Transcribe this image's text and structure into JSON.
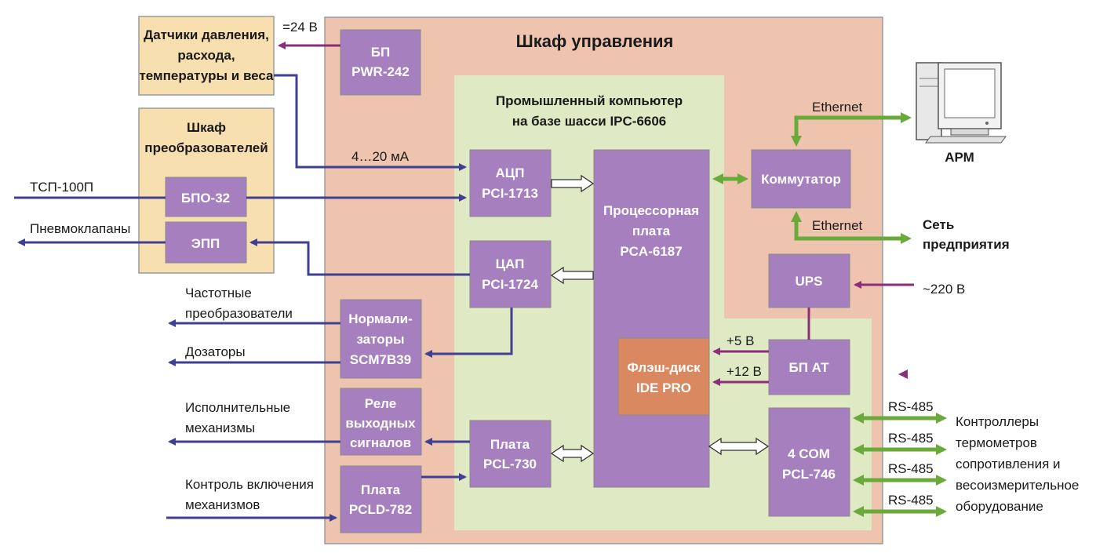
{
  "colors": {
    "cabinet_fill": "#eec4ae",
    "computer_fill": "#dfe9c4",
    "block_fill": "#a57fbe",
    "flash_fill": "#d98860",
    "sensor_fill": "#f7dfb0",
    "signal_line": "#3f3f93",
    "power_line": "#8a2e7c",
    "network_line": "#6aaa3a"
  },
  "cabinet": {
    "title": "Шкаф управления"
  },
  "computer": {
    "title": [
      "Промышленный компьютер",
      "на базе шасси IPC-6606"
    ]
  },
  "sensors_box": {
    "lines": [
      "Датчики давления,",
      "расхода,",
      "температуры и веса"
    ]
  },
  "converter_cabinet": {
    "title": [
      "Шкаф",
      "преобразователей"
    ]
  },
  "blocks": {
    "psu_pwr242": [
      "БП",
      "PWR-242"
    ],
    "bpo32": [
      "БПО-32"
    ],
    "epp": [
      "ЭПП"
    ],
    "adc": [
      "АЦП",
      "PCI-1713"
    ],
    "dac": [
      "ЦАП",
      "PCI-1724"
    ],
    "normalizers": [
      "Нормали-",
      "заторы",
      "SCM7B39"
    ],
    "relay": [
      "Реле",
      "выходных",
      "сигналов"
    ],
    "pcld782": [
      "Плата",
      "PCLD-782"
    ],
    "pcl730": [
      "Плата",
      "PCL-730"
    ],
    "cpu": [
      "Процессорная",
      "плата",
      "PCA-6187"
    ],
    "flash": [
      "Флэш-диск",
      "IDE PRO"
    ],
    "switch": [
      "Коммутатор"
    ],
    "ups": [
      "UPS"
    ],
    "psu_at": [
      "БП АТ"
    ],
    "com4": [
      "4 COM",
      "PCL-746"
    ]
  },
  "labels": {
    "v24": "=24 В",
    "ma": "4…20 мА",
    "tsp": "ТСП-100П",
    "pneumo": "Пневмоклапаны",
    "freq": [
      "Частотные",
      "преобразователи"
    ],
    "dosers": "Дозаторы",
    "actuators": [
      "Исполнительные",
      "механизмы"
    ],
    "control": [
      "Контроль включения",
      "механизмов"
    ],
    "ethernet1": "Ethernet",
    "ethernet2": "Ethernet",
    "arm": "АРМ",
    "enterprise_net": [
      "Сеть",
      "предприятия"
    ],
    "v220": "~220 В",
    "v5": "+5 В",
    "v12": "+12 В",
    "rs485": [
      "RS-485",
      "RS-485",
      "RS-485",
      "RS-485"
    ],
    "controllers": [
      "Контроллеры",
      "термометров",
      "сопротивления и",
      "весоизмерительное",
      "оборудование"
    ]
  }
}
